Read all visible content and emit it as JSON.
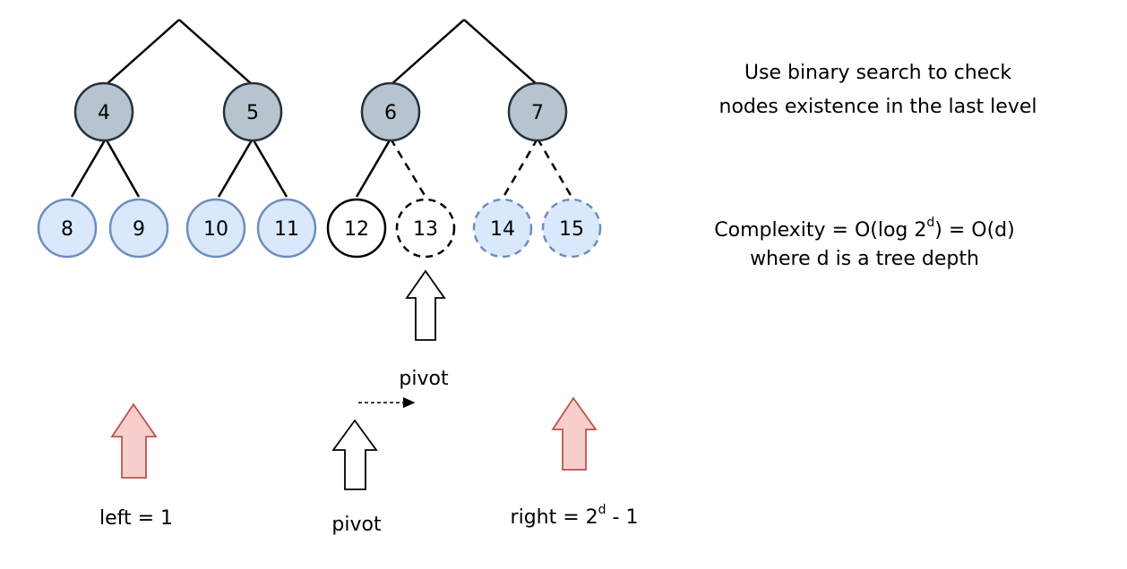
{
  "colors": {
    "internal_fill": "#b7c3cd",
    "leaf_fill": "#dae8fc",
    "leaf_stroke": "#6c8ebf",
    "dark_stroke": "#23313f",
    "marker_fill": "#f8cecc",
    "marker_stroke": "#b85450"
  },
  "nodes": {
    "n4": "4",
    "n5": "5",
    "n6": "6",
    "n7": "7",
    "n8": "8",
    "n9": "9",
    "n10": "10",
    "n11": "11",
    "n12": "12",
    "n13": "13",
    "n14": "14",
    "n15": "15"
  },
  "labels": {
    "pivot_top": "pivot",
    "pivot_bottom": "pivot",
    "left": "left = 1",
    "right_prefix": "right = 2",
    "right_exp": "d",
    "right_suffix": " - 1"
  },
  "notes": {
    "line1": "Use binary search to check",
    "line2": "nodes existence in the last level",
    "complexity_prefix": "Complexity = O(log 2",
    "complexity_exp": "d",
    "complexity_suffix": ") = O(d)",
    "line4": "where d is a tree depth"
  }
}
